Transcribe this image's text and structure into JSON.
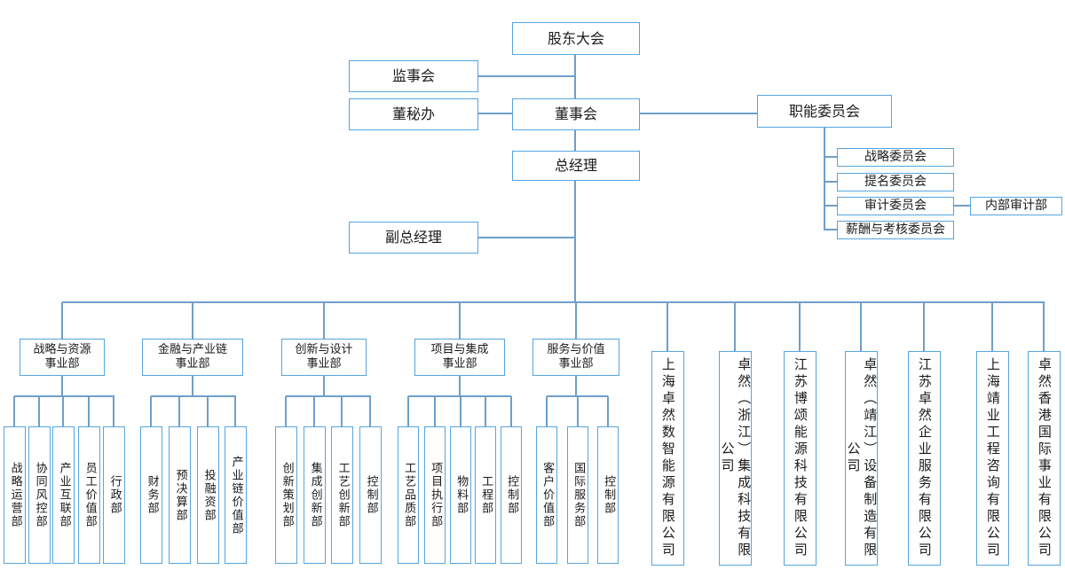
{
  "diagram": {
    "colors": {
      "background": "#ffffff",
      "box_border": "#56a5df",
      "connector": "#6f9fc8",
      "text": "#1a1a1a"
    },
    "top_nodes": {
      "shareholders_meeting": "股东大会",
      "supervisory_board": "监事会",
      "board_secretary_office": "董秘办",
      "board_of_directors": "董事会",
      "functional_committees": "职能委员会",
      "general_manager": "总经理",
      "deputy_general_manager": "副总经理",
      "internal_audit_dept": "内部审计部"
    },
    "committees": [
      "战略委员会",
      "提名委员会",
      "审计委员会",
      "薪酬与考核委员会"
    ],
    "divisions": [
      {
        "label": "战略与资源\n事业部",
        "departments": [
          "战略运营部",
          "协同风控部",
          "产业互联部",
          "员工价值部",
          "行政部"
        ]
      },
      {
        "label": "金融与产业链\n事业部",
        "departments": [
          "财务部",
          "预决算部",
          "投融资部",
          "产业链价值部"
        ]
      },
      {
        "label": "创新与设计\n事业部",
        "departments": [
          "创新策划部",
          "集成创新部",
          "工艺创新部",
          "控制部"
        ]
      },
      {
        "label": "项目与集成\n事业部",
        "departments": [
          "工艺品质部",
          "项目执行部",
          "物料部",
          "工程部",
          "控制部"
        ]
      },
      {
        "label": "服务与价值\n事业部",
        "departments": [
          "客户价值部",
          "国际服务部",
          "控制部"
        ]
      }
    ],
    "subsidiaries": [
      "上海卓然数智能源有限公司",
      "卓然（浙江）集成科技有限公司",
      "江苏博颂能源科技有限公司",
      "卓然（靖江）设备制造有限公司",
      "江苏卓然企业服务有限公司",
      "上海靖业工程咨询有限公司",
      "卓然香港国际事业有限公司"
    ]
  }
}
